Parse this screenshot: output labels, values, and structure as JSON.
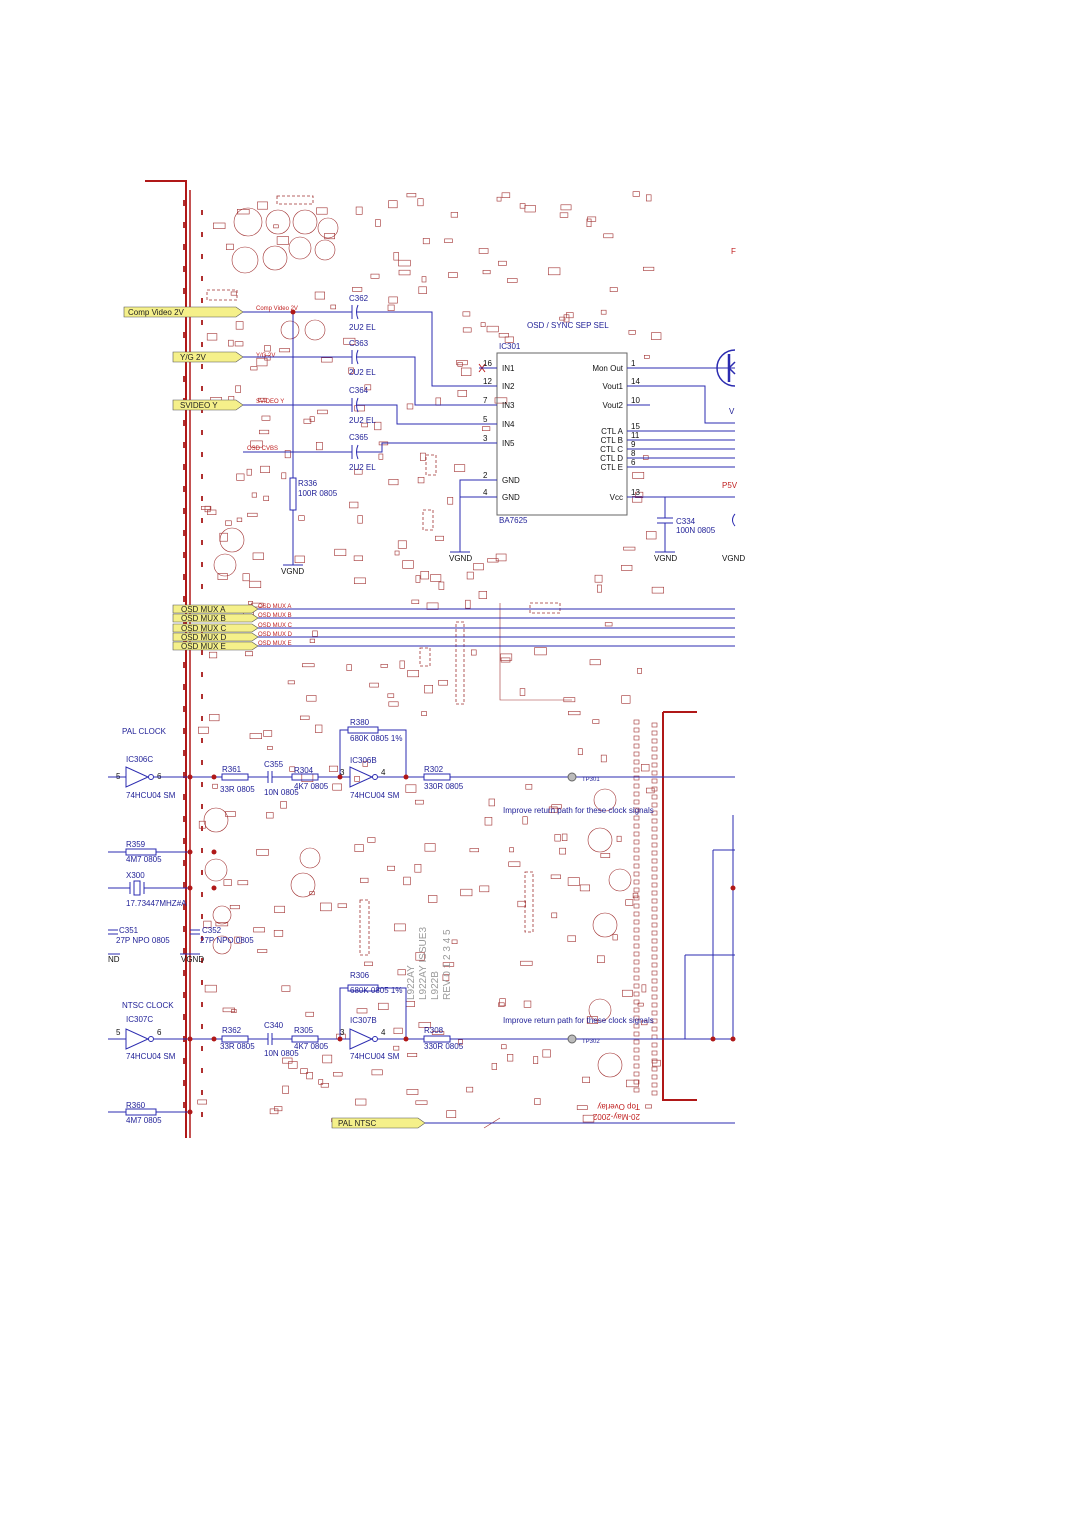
{
  "ports": {
    "comp_video": "Comp Video 2V",
    "yg": "Y/G 2V",
    "svideo": "SVIDEO Y",
    "osd_mux_a": "OSD MUX A",
    "osd_mux_b": "OSD MUX B",
    "osd_mux_c": "OSD MUX C",
    "osd_mux_d": "OSD MUX D",
    "osd_mux_e": "OSD MUX E",
    "pal_ntsc": "PAL NTSC"
  },
  "net_labels": {
    "comp_video": "Comp Video 2V",
    "yg": "Y/G 2V",
    "svideo": "SVIDEO Y",
    "osd_cvbs": "OSD CVBS",
    "osd_mux_a": "OSD MUX A",
    "osd_mux_b": "OSD MUX B",
    "osd_mux_c": "OSD MUX C",
    "osd_mux_d": "OSD MUX D",
    "osd_mux_e": "OSD MUX E"
  },
  "caps_in": [
    {
      "ref": "C362",
      "value": "2U2 EL"
    },
    {
      "ref": "C363",
      "value": "2U2 EL"
    },
    {
      "ref": "C364",
      "value": "2U2 EL"
    },
    {
      "ref": "C365",
      "value": "2U2 EL"
    }
  ],
  "r336": {
    "ref": "R336",
    "value": "100R 0805"
  },
  "ic301": {
    "title": "OSD / SYNC SEP SEL",
    "ref": "IC301",
    "part": "BA7625",
    "left_pins": [
      {
        "num": "16",
        "name": "IN1"
      },
      {
        "num": "12",
        "name": "IN2"
      },
      {
        "num": "7",
        "name": "IN3"
      },
      {
        "num": "5",
        "name": "IN4"
      },
      {
        "num": "3",
        "name": "IN5"
      },
      {
        "num": "2",
        "name": "GND"
      },
      {
        "num": "4",
        "name": "GND"
      }
    ],
    "right_pins": [
      {
        "num": "1",
        "name": "Mon Out"
      },
      {
        "num": "14",
        "name": "Vout1"
      },
      {
        "num": "10",
        "name": "Vout2"
      },
      {
        "num": "15",
        "name": "CTL A"
      },
      {
        "num": "11",
        "name": "CTL B"
      },
      {
        "num": "9",
        "name": "CTL C"
      },
      {
        "num": "8",
        "name": "CTL D"
      },
      {
        "num": "6",
        "name": "CTL E"
      },
      {
        "num": "13",
        "name": "Vcc"
      }
    ]
  },
  "c334": {
    "ref": "C334",
    "value": "100N 0805"
  },
  "power": {
    "vgnd": "VGND",
    "p5v": "P5V",
    "gnd_partial": "ND",
    "f_partial": "F",
    "v_partial": "V"
  },
  "pal_clock": {
    "heading": "PAL CLOCK",
    "inv1_ref": "IC306C",
    "inv1_part": "74HCU04 SM",
    "inv1_pin_in": "5",
    "inv1_pin_out": "6",
    "r361": {
      "ref": "R361",
      "value": "33R 0805"
    },
    "c355": {
      "ref": "C355",
      "value": "10N 0805"
    },
    "r304": {
      "ref": "R304",
      "value": "4K7 0805"
    },
    "r380": {
      "ref": "R380",
      "value": "680K 0805 1%"
    },
    "inv2_ref": "IC306B",
    "inv2_part": "74HCU04 SM",
    "inv2_pin_in": "3",
    "inv2_pin_out": "4",
    "r302": {
      "ref": "R302",
      "value": "330R 0805"
    },
    "tp": "TP301"
  },
  "osc": {
    "r359": {
      "ref": "R359",
      "value": "4M7 0805"
    },
    "x300": {
      "ref": "X300",
      "value": "17.73447MHZ#A"
    },
    "c351": {
      "ref": "C351",
      "value": "27P NPO 0805"
    },
    "c352": {
      "ref": "C352",
      "value": "27P NPO 0805"
    }
  },
  "ntsc_clock": {
    "heading": "NTSC CLOCK",
    "inv1_ref": "IC307C",
    "inv1_part": "74HCU04 SM",
    "inv1_pin_in": "5",
    "inv1_pin_out": "6",
    "r362": {
      "ref": "R362",
      "value": "33R 0805"
    },
    "c340": {
      "ref": "C340",
      "value": "10N 0805"
    },
    "r305": {
      "ref": "R305",
      "value": "4K7 0805"
    },
    "r306": {
      "ref": "R306",
      "value": "680K 0805 1%"
    },
    "inv2_ref": "IC307B",
    "inv2_part": "74HCU04 SM",
    "inv2_pin_in": "3",
    "inv2_pin_out": "4",
    "r308": {
      "ref": "R308",
      "value": "330R 0805"
    },
    "tp": "TP302"
  },
  "r360": {
    "ref": "R360",
    "value": "4M7 0805"
  },
  "notes": {
    "improve1": "Improve return path for these clock signals",
    "improve2": "Improve return path for these clock signals"
  },
  "board_rev": {
    "line1": "L922AY",
    "line2": "L922AY   ISSUE3",
    "line3": "L922B",
    "line4": "REV 0 1 2 3 4 5"
  },
  "overlay": {
    "name": "Top Overlay",
    "date": "20-May-2002"
  }
}
